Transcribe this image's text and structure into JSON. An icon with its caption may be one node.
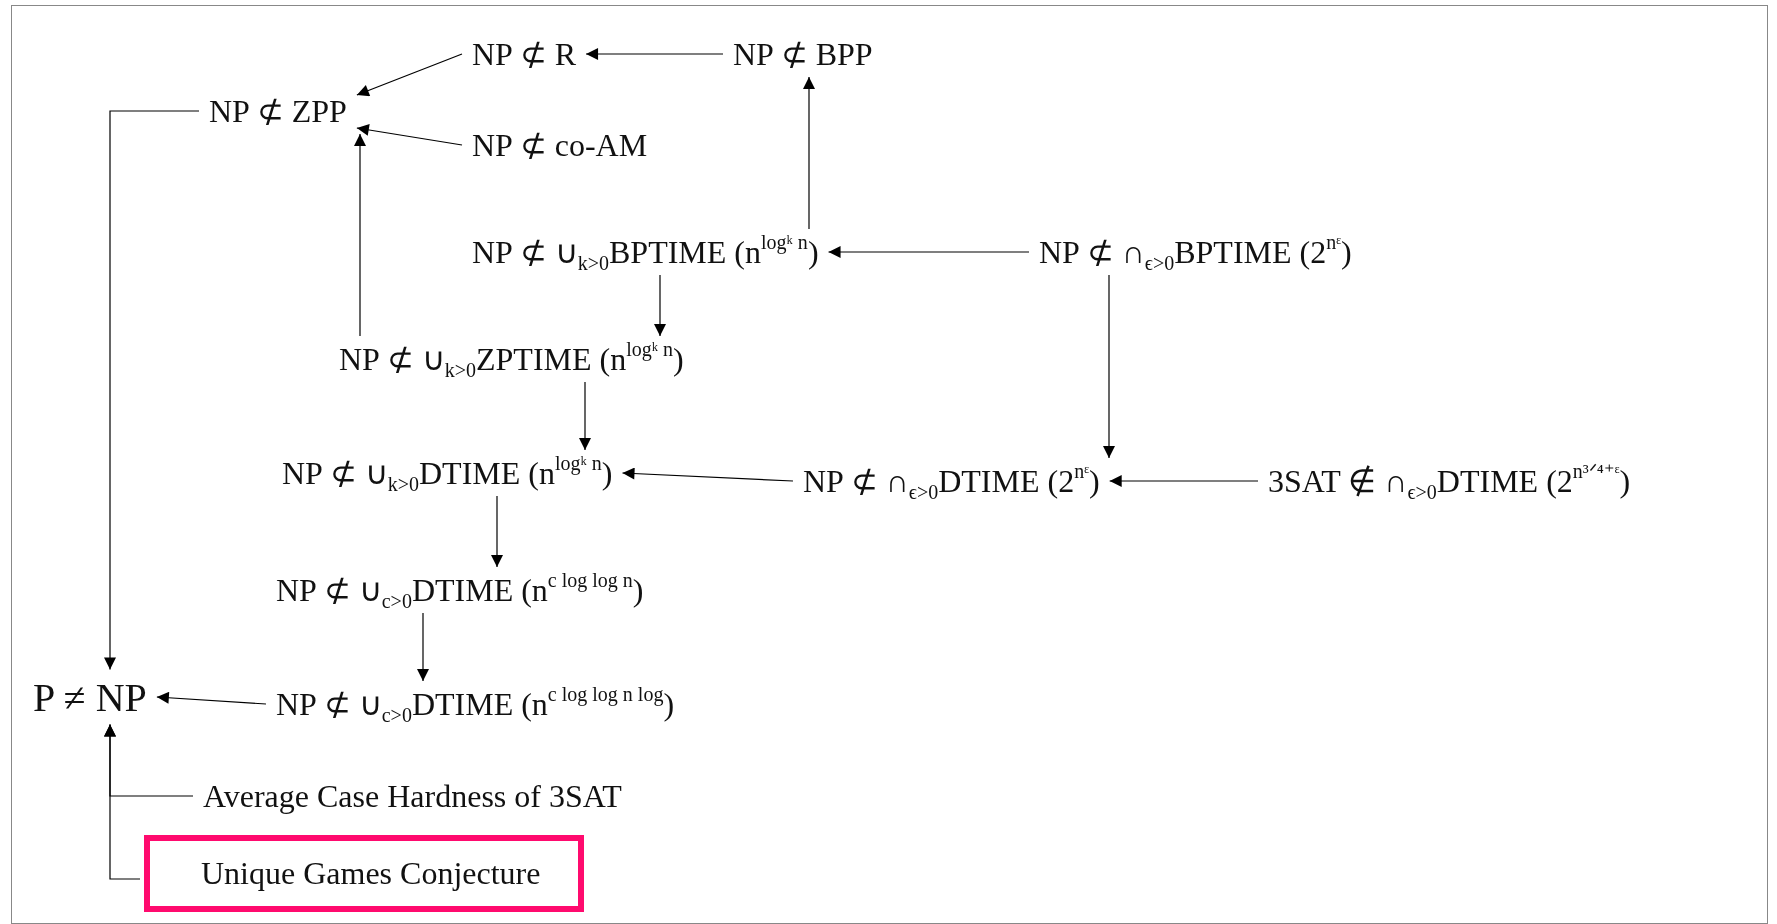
{
  "diagram": {
    "nodes": [
      {
        "text": [
          "NP ⊄ R"
        ]
      },
      {
        "text": [
          "NP ⊄ BPP"
        ]
      },
      {
        "text": [
          "NP ⊄ ZPP"
        ]
      },
      {
        "text": [
          "NP ⊄ co-AM"
        ]
      },
      {
        "text": [
          "NP ⊄ ∪$_{k>0}$BPTIME (n$^{logᵏ n}$)"
        ]
      },
      {
        "text": [
          "NP ⊄ ∩$_{ϵ>0}$BPTIME (2$^{nᵋ}$)"
        ]
      },
      {
        "text": [
          "NP ⊄ ∪$_{k>0}$ZPTIME (n$^{logᵏ n}$)"
        ]
      },
      {
        "text": [
          "NP ⊄ ∪$_{k>0}$DTIME (n$^{logᵏ n}$)"
        ]
      },
      {
        "text": [
          "NP ⊄ ∩$_{ϵ>0}$DTIME (2$^{nᵋ}$)"
        ]
      },
      {
        "text": [
          "3SAT ∉ ∩$_{ϵ>0}$DTIME (2$^{n³ᐟ⁴⁺ᵋ}$)"
        ]
      },
      {
        "text": [
          "NP ⊄ ∪$_{c>0}$DTIME (n$^{c log log n}$)"
        ]
      },
      {
        "text": [
          "P ≠ NP"
        ]
      },
      {
        "text": [
          "NP ⊄ ∪$_{c>0}$DTIME (n$^{c log log n log}$)"
        ]
      },
      {
        "text": [
          "Average Case Hardness of 3SAT"
        ]
      },
      {
        "text": [
          "Unique Games Conjecture"
        ]
      }
    ],
    "edges": [
      {
        "from": 1,
        "to": 0,
        "arrow": "to"
      },
      {
        "from": 0,
        "to": 2,
        "arrow": "to"
      },
      {
        "from": 3,
        "to": 2,
        "arrow": "to"
      },
      {
        "from": 4,
        "to": 1,
        "arrow": "to"
      },
      {
        "from": 6,
        "to": 2,
        "arrow": "to"
      },
      {
        "from": 5,
        "to": 4,
        "arrow": "to"
      },
      {
        "from": 4,
        "to": 6,
        "arrow": "to"
      },
      {
        "from": 5,
        "to": 8,
        "arrow": "to"
      },
      {
        "from": 6,
        "to": 7,
        "arrow": "to"
      },
      {
        "from": 8,
        "to": 7,
        "arrow": "to"
      },
      {
        "from": 9,
        "to": 8,
        "arrow": "to"
      },
      {
        "from": 7,
        "to": 10,
        "arrow": "to"
      },
      {
        "from": 10,
        "to": 12,
        "arrow": "to"
      },
      {
        "from": 12,
        "to": 11,
        "arrow": "to"
      },
      {
        "from": 2,
        "to": 11,
        "arrow": "to"
      },
      {
        "from": 13,
        "to": 11,
        "arrow": "to"
      },
      {
        "from": 14,
        "to": 11,
        "arrow": "to"
      }
    ]
  }
}
